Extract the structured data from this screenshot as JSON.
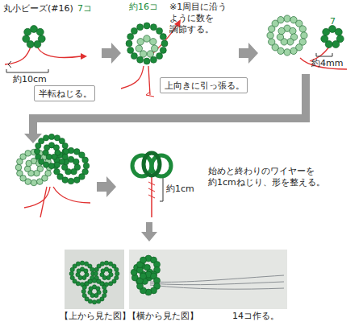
{
  "diagram": {
    "nodes": [
      {
        "text": [
          "半転ねじる。"
        ]
      },
      {
        "text": [
          "上向きに引っ張る。"
        ]
      }
    ],
    "labels": [
      "丸小ビーズ(#16)",
      "7コ",
      "約10cm",
      "約16コ",
      "※1周目に沿う ように数を 調節する。",
      "7",
      "約4mm",
      "約1cm",
      "始めと終わりのワイヤーを 約1cmねじり、形を整える。",
      "【上から見た図】",
      "【横から見た図】",
      "14コ作る。"
    ]
  }
}
